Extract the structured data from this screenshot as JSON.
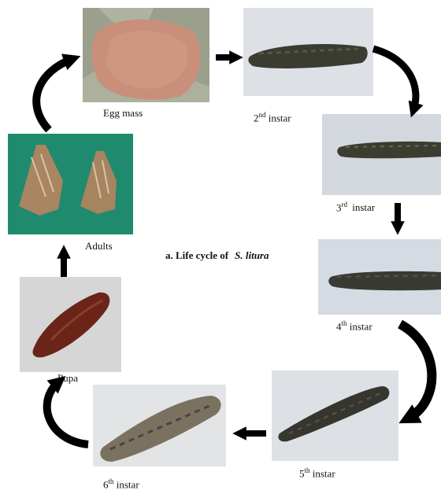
{
  "title": {
    "prefix": "a. Life cycle of",
    "species": "S. litura"
  },
  "stages": {
    "egg_mass": {
      "label": "Egg mass"
    },
    "instar2": {
      "num": "2",
      "sup": "nd",
      "word": "instar"
    },
    "instar3": {
      "num": "3",
      "sup": "rd",
      "word": "instar"
    },
    "instar4": {
      "num": "4",
      "sup": "th",
      "word": "instar"
    },
    "instar5": {
      "num": "5",
      "sup": "th",
      "word": "instar"
    },
    "instar6": {
      "num": "6",
      "sup": "th",
      "word": "instar"
    },
    "pupa": {
      "label": "Pupa"
    },
    "adults": {
      "label": "Adults"
    }
  },
  "colors": {
    "arrow": "#000000",
    "egg_background": "#9aa08c",
    "egg_mass": "#c98f7a",
    "larva_background": "#d8dde3",
    "larva": "#3b3b32",
    "adult_background": "#1f8a6e",
    "moth": "#a98562",
    "pupa": "#6b2418"
  }
}
